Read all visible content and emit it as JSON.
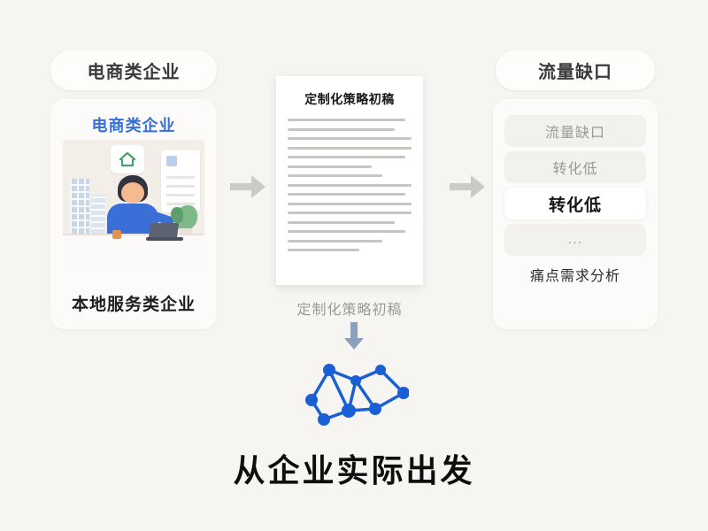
{
  "colors": {
    "accent_blue": "#3570da",
    "network_blue": "#1a5fd4",
    "arrow_gray": "#cbcac7",
    "arrow_down_blue_gray": "#8ba1bc",
    "background": "#f6f5f2"
  },
  "left_panel": {
    "pill_label": "电商类企业",
    "card_title": "电商类企业",
    "card_caption": "本地服务类企业"
  },
  "center_panel": {
    "document_title": "定制化策略初稿",
    "document_caption": "定制化策略初稿",
    "headline": "从企业实际出发"
  },
  "right_panel": {
    "pill_label": "流量缺口",
    "items": [
      {
        "label": "流量缺口",
        "highlighted": false
      },
      {
        "label": "转化低",
        "highlighted": false
      },
      {
        "label": "转化低",
        "highlighted": true
      },
      {
        "label": "...",
        "highlighted": false
      }
    ],
    "caption": "痛点需求分析"
  }
}
